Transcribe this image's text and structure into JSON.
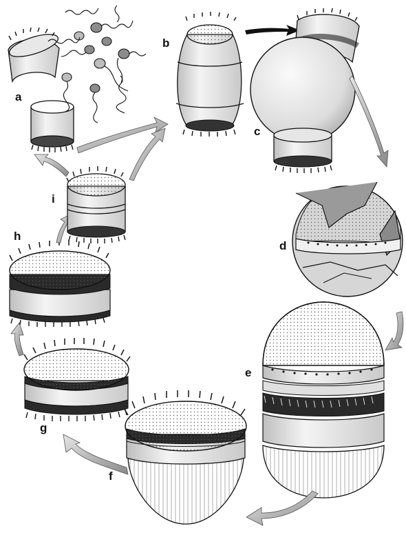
{
  "labels": {
    "a": "a",
    "b": "b",
    "c": "c",
    "d": "d",
    "e": "e",
    "f": "f",
    "g": "g",
    "h": "h",
    "i": "i"
  },
  "colors": {
    "ink": "#111111",
    "fill_light": "#f2f2f2",
    "fill_mid": "#d9d9d9",
    "fill_dark": "#8f8f8f",
    "arrow": "#9a9a9a"
  }
}
